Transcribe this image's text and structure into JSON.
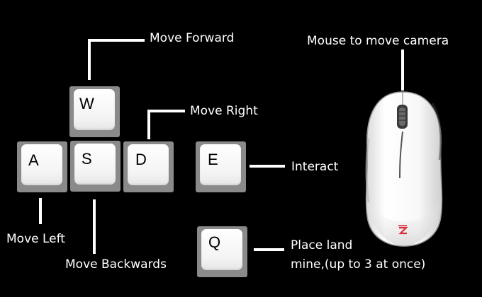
{
  "keys": {
    "w": "W",
    "a": "A",
    "s": "S",
    "d": "D",
    "e": "E",
    "q": "Q"
  },
  "labels": {
    "forward": "Move Forward",
    "right": "Move Right",
    "left": "Move Left",
    "backwards": "Move Backwards",
    "interact": "Interact",
    "landmine_line1": "Place land",
    "landmine_line2": "mine,(up to 3 at once)",
    "camera": "Mouse to move camera"
  },
  "colors": {
    "background": "#000000",
    "key_border": "#8a8a8a",
    "key_face": "#ffffff",
    "text": "#ffffff",
    "mouse_logo": "#d8303a"
  },
  "icons": {
    "mouse": "computer-mouse-icon"
  }
}
